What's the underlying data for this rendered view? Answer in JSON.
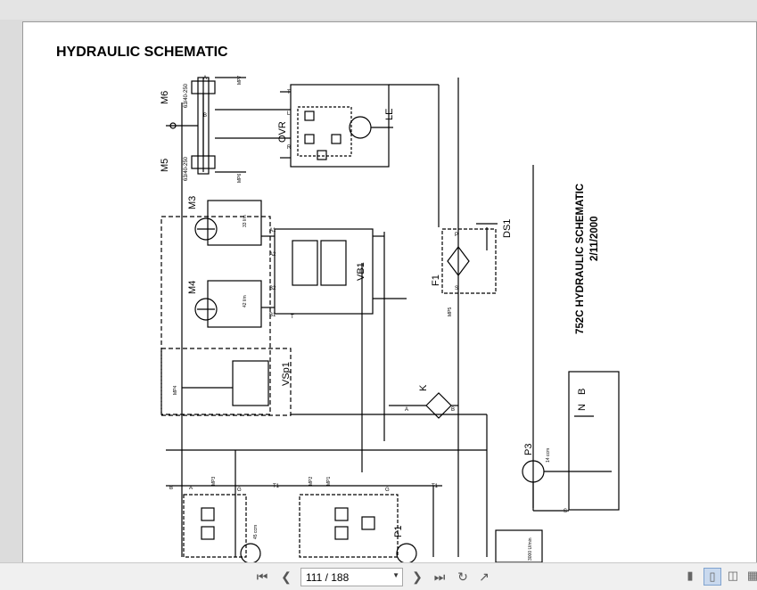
{
  "page": {
    "heading": "HYDRAULIC SCHEMATIC",
    "title_rotated": "752C HYDRAULIC SCHEMATIC",
    "date_rotated": "2/11/2000"
  },
  "labels": {
    "m6": "M6",
    "m6_spec": "63/40-250",
    "m5": "M5",
    "m5_spec": "63/40-250",
    "ovr": "OVR",
    "le": "LE",
    "m3": "M3",
    "m4": "M4",
    "vb1": "VB1",
    "f1": "F1",
    "ds1": "DS1",
    "vsp1": "VSp1",
    "k": "K",
    "p3": "P3",
    "p1": "P1",
    "b": "B",
    "n": "N",
    "mp7": "MP7",
    "mp6": "MP6",
    "mp5": "MP5",
    "mp4": "MP4",
    "mp3": "MP3",
    "mp2": "MP2",
    "mp1": "MP1",
    "port_a": "A",
    "port_b": "B",
    "port_t": "T",
    "port_l": "L",
    "port_r": "R",
    "port_s": "S",
    "port_p": "P",
    "port_g": "G",
    "a1": "A1",
    "a2": "A2",
    "b1": "B1",
    "b2": "B2",
    "t1": "T1",
    "m3_disp": "33 l/m",
    "m4_disp": "42 l/m",
    "p3_spec": "14 ccm",
    "p1_spec": "45 ccm",
    "speed": "3000 U/min"
  },
  "toolbar": {
    "page_indicator": "111 / 188",
    "icons": [
      "first-page-icon",
      "prev-page-icon",
      "next-page-icon",
      "last-page-icon",
      "rotate-icon",
      "export-icon",
      "single-page-icon",
      "continuous-icon",
      "facing-icon",
      "thumbnail-icon"
    ]
  }
}
